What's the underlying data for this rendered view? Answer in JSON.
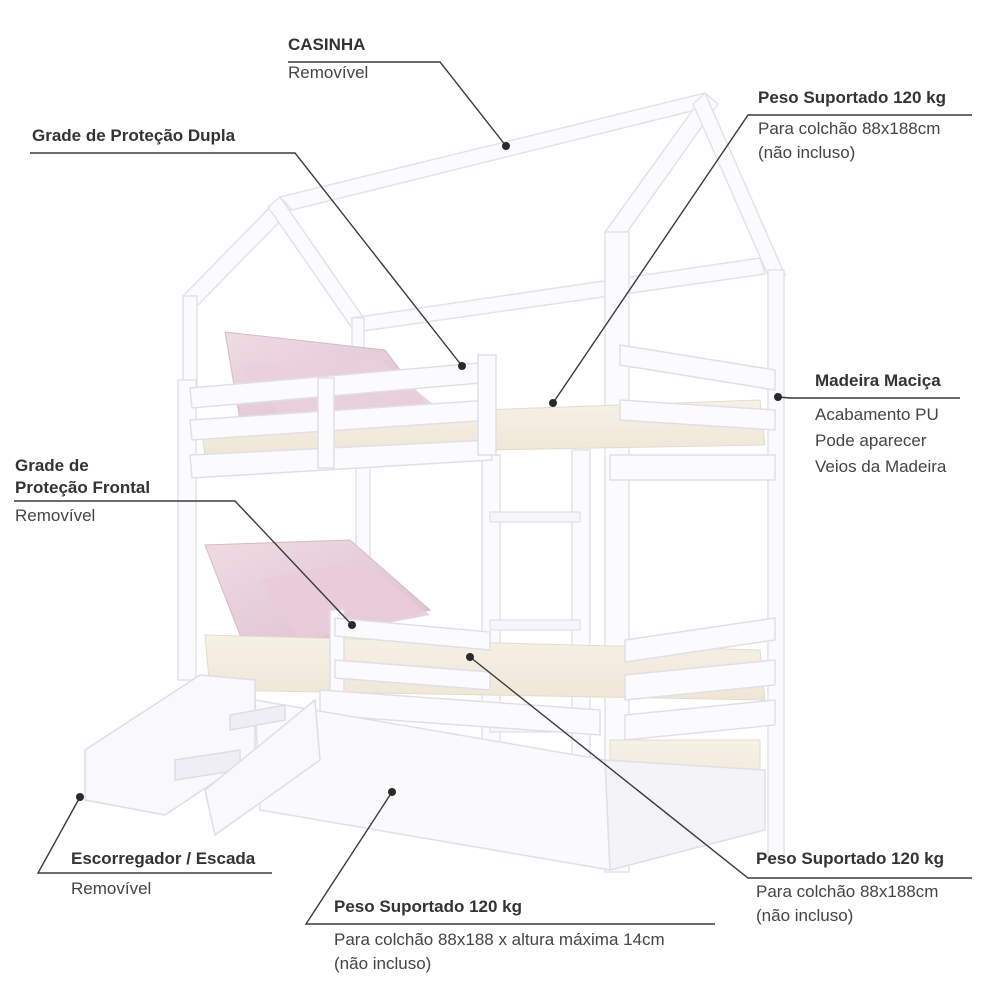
{
  "diagram": {
    "subject": "house-style bunk bed with trundle and slide",
    "colors": {
      "frame": "#fbfbfd",
      "frame_edge": "#e6e5ec",
      "frame_shadow": "#d9d8e0",
      "mattress": "#f3ecdf",
      "pillow": "#ecd6df",
      "pillow_shadow": "#d9bcc8",
      "callout_line": "#3a3a3a",
      "callout_dot": "#2a2a2a",
      "text_title": "#333333",
      "text_body": "#444444"
    }
  },
  "callouts": {
    "casinha": {
      "title": "CASINHA",
      "lines": [
        "Removível"
      ]
    },
    "grade_dupla": {
      "title": "Grade de Proteção Dupla",
      "lines": []
    },
    "peso_top": {
      "title": "Peso Suportado 120 kg",
      "lines": [
        "Para colchão 88x188cm",
        "(não incluso)"
      ]
    },
    "madeira": {
      "title": "Madeira Maciça",
      "lines": [
        "Acabamento PU",
        "Pode aparecer",
        "Veios da Madeira"
      ]
    },
    "grade_frontal": {
      "title_lines": [
        "Grade de",
        "Proteção Frontal"
      ],
      "lines": [
        "Removível"
      ]
    },
    "escorregador": {
      "title": "Escorregador / Escada",
      "lines": [
        "Removível"
      ]
    },
    "peso_bottom_right": {
      "title": "Peso Suportado 120 kg",
      "lines": [
        "Para colchão 88x188cm",
        "(não incluso)"
      ]
    },
    "peso_trundle": {
      "title": "Peso Suportado 120 kg",
      "lines": [
        "Para colchão 88x188 x altura máxima 14cm",
        "(não incluso)"
      ]
    }
  }
}
